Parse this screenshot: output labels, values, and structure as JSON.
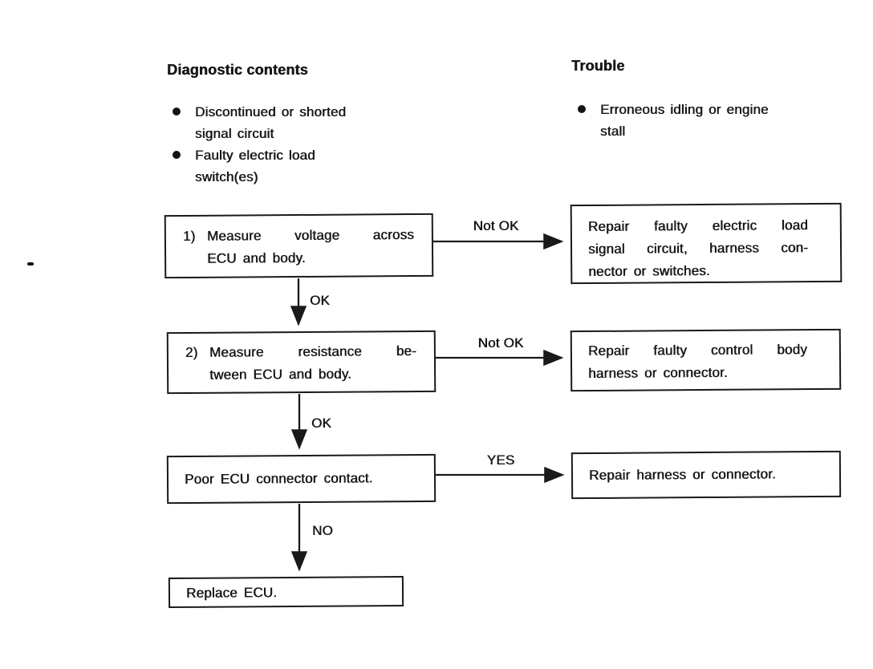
{
  "colors": {
    "ink": "#171717",
    "paper": "#ffffff"
  },
  "sections": {
    "diagnostic": {
      "title": "Diagnostic contents",
      "bullets": [
        "Discontinued or shorted signal circuit",
        "Faulty electric load switch(es)"
      ]
    },
    "trouble": {
      "title": "Trouble",
      "bullets": [
        "Erroneous idling or engine stall"
      ]
    }
  },
  "flowchart": {
    "steps": {
      "step1": {
        "number": "1)",
        "lines": [
          "Measure voltage across",
          "ECU and body."
        ]
      },
      "step2": {
        "number": "2)",
        "lines": [
          "Measure resistance be-",
          "tween ECU and body."
        ]
      },
      "step3": {
        "lines": [
          "Poor ECU connector contact."
        ]
      },
      "step4": {
        "lines": [
          "Replace ECU."
        ]
      }
    },
    "remedies": {
      "remedy1": {
        "lines": [
          "Repair faulty electric load",
          "signal circuit, harness con-",
          "nector or switches."
        ]
      },
      "remedy2": {
        "lines": [
          "Repair faulty control body",
          "harness or connector."
        ]
      },
      "remedy3": {
        "lines": [
          "Repair harness or connector."
        ]
      }
    },
    "labels": {
      "step1_to_remedy1": "Not OK",
      "step1_to_step2": "OK",
      "step2_to_remedy2": "Not OK",
      "step2_to_step3": "OK",
      "step3_to_remedy3": "YES",
      "step3_to_step4": "NO"
    }
  }
}
